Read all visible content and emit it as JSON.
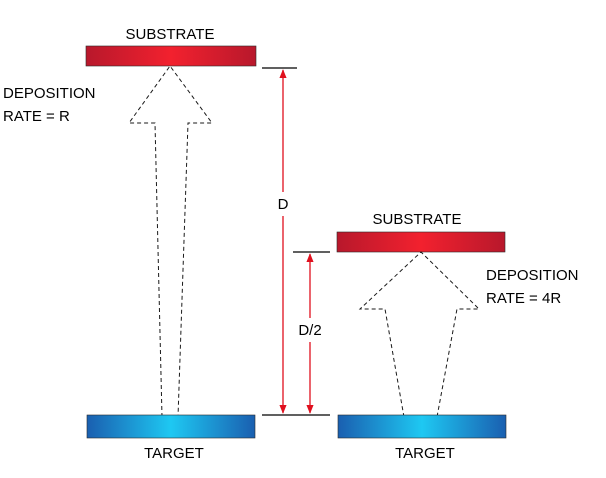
{
  "left_setup": {
    "substrate_label": "SUBSTRATE",
    "target_label": "TARGET",
    "rate_line1": "DEPOSITION",
    "rate_line2": "RATE = R"
  },
  "right_setup": {
    "substrate_label": "SUBSTRATE",
    "target_label": "TARGET",
    "rate_line1": "DEPOSITION",
    "rate_line2": "RATE = 4R"
  },
  "dimensions": {
    "full_distance": "D",
    "half_distance": "D/2"
  },
  "colors": {
    "substrate_edge": "#b8182c",
    "substrate_center": "#f2212e",
    "target_edge": "#1a5fb0",
    "target_center": "#1ec8f2",
    "dimension_arrow": "#e0101e"
  }
}
